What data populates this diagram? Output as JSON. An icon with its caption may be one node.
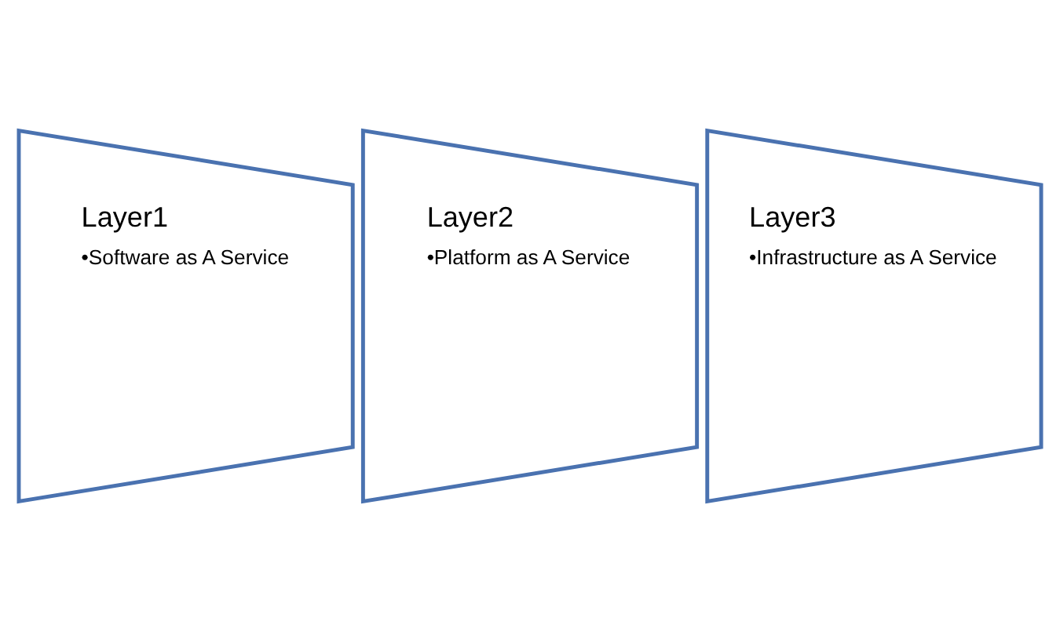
{
  "diagram": {
    "nodes": [
      {
        "text": [
          "Layer1",
          "•Software as A Service"
        ]
      },
      {
        "text": [
          "Layer2",
          "•Platform as A Service"
        ]
      },
      {
        "text": [
          "Layer3",
          "•Infrastructure as A Service"
        ]
      }
    ]
  }
}
